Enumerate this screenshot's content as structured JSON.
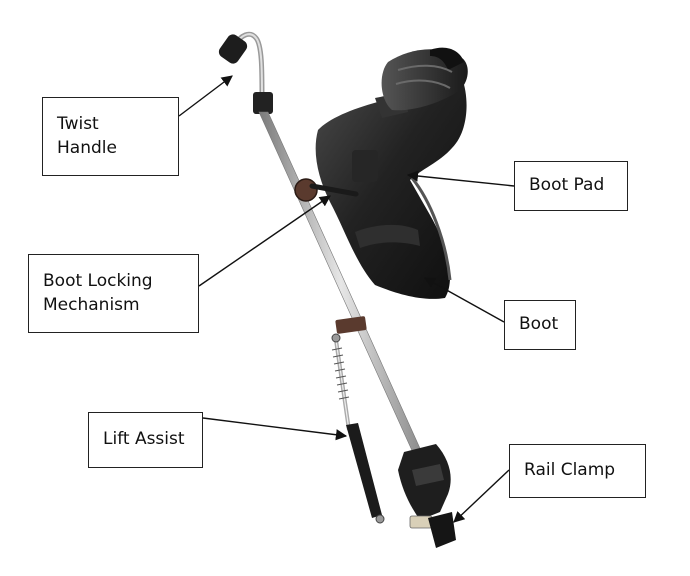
{
  "diagram": {
    "labels": {
      "twist_handle": [
        "Twist",
        "Handle"
      ],
      "boot_pad": "Boot Pad",
      "boot_locking": [
        "Boot Locking",
        "Mechanism"
      ],
      "boot": "Boot",
      "lift_assist": "Lift Assist",
      "rail_clamp": "Rail Clamp"
    },
    "colors": {
      "device_dark": "#1c1c1c",
      "device_mid": "#3a3a3a",
      "metal_rod": "#b8b8b8",
      "accent_brown": "#5a3a2e",
      "label_border": "#222222"
    }
  }
}
